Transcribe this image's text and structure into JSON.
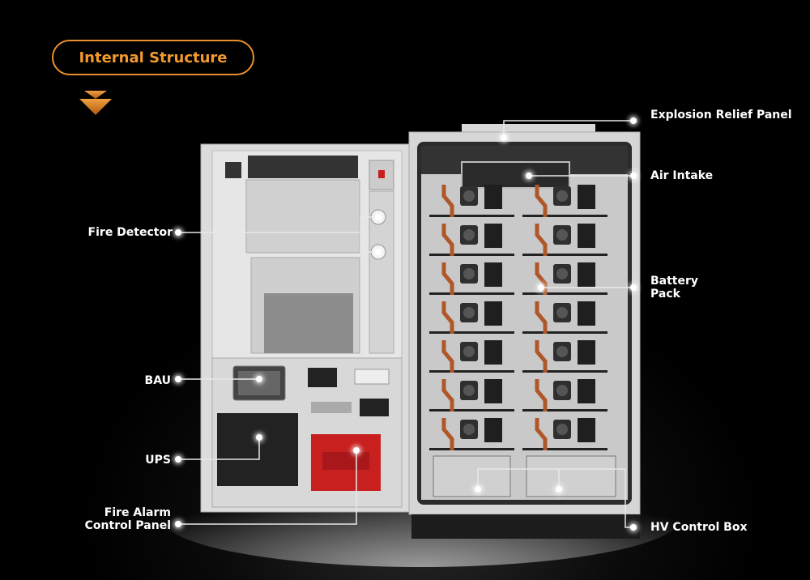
{
  "title": "Internal Structure",
  "labels": {
    "explosion_relief_panel": "Explosion Relief Panel",
    "air_intake": "Air Intake",
    "battery_pack": "Battery Pack",
    "hv_control_box": "HV Control Box",
    "fire_detector": "Fire Detector",
    "bau": "BAU",
    "ups": "UPS",
    "fire_alarm_control_panel": "Fire Alarm Control Panel"
  },
  "colors": {
    "accent": "#f39a2e",
    "cabinet": "#d9d9d9",
    "alarm_panel": "#c8201f",
    "copper": "#b0572a"
  },
  "icons": {
    "arrow": "double-chevron-down-icon"
  }
}
